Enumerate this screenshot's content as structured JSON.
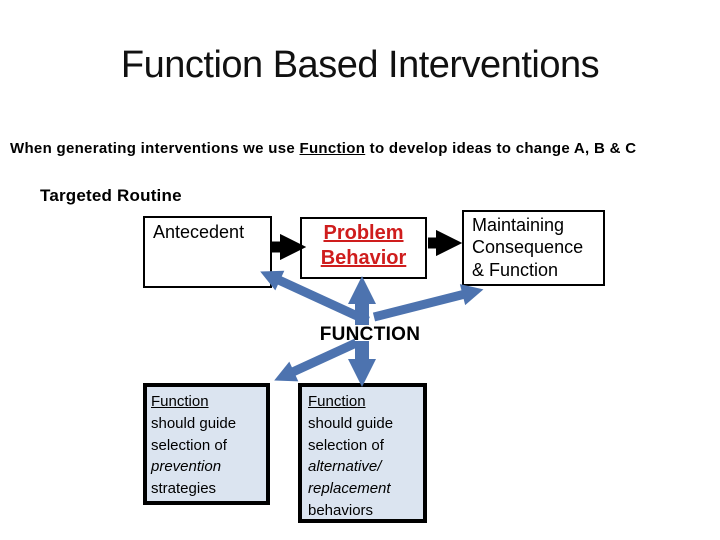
{
  "slide": {
    "title": "Function Based Interventions",
    "subtitle": {
      "part1": "When generating interventions we use ",
      "underlined": "Function",
      "part2": " to develop ideas to change A, B & C"
    },
    "section_label": "Targeted Routine",
    "function_label": "FUNCTION",
    "boxes": {
      "antecedent": {
        "label": "Antecedent"
      },
      "problem": {
        "lines": [
          "Problem",
          "Behavior"
        ]
      },
      "maintaining": {
        "lines": [
          "Maintaining",
          "Consequence",
          "& Function"
        ]
      },
      "prevention": {
        "lines": [
          "Function",
          "should guide",
          "selection of",
          "prevention",
          "strategies"
        ]
      },
      "replacement": {
        "lines": [
          "Function",
          "should guide",
          "selection of",
          "alternative/",
          "replacement",
          "behaviors"
        ]
      }
    },
    "colors": {
      "problem_text_red": "#cf1d1d",
      "arrow_blue": "#4d73af",
      "arrow_black": "#000000",
      "bottom_box_fill": "#dbe4f0",
      "background": "#ffffff"
    }
  }
}
